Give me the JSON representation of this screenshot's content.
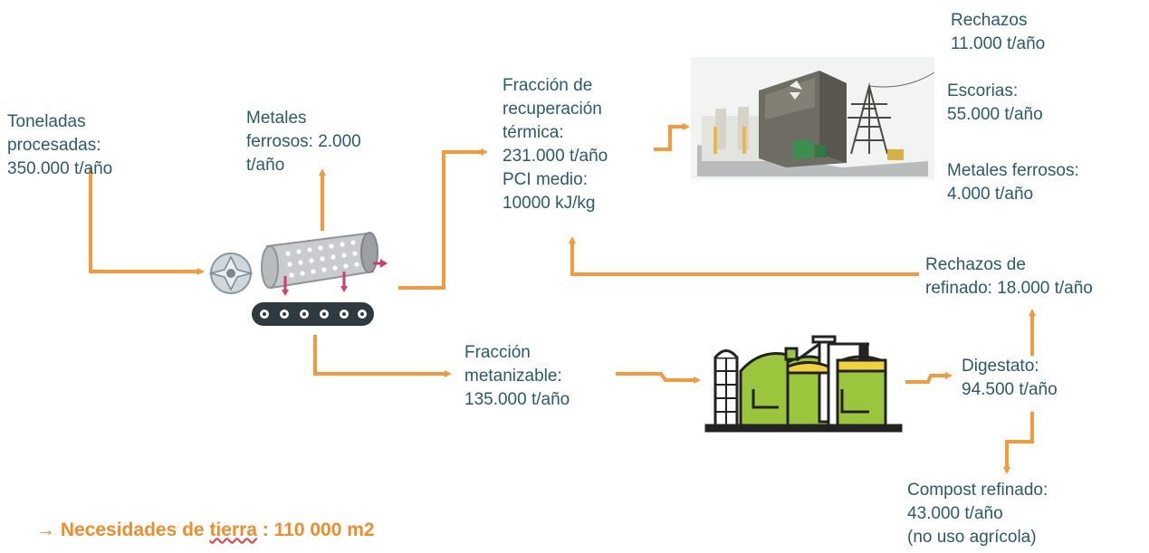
{
  "labels": {
    "toneladas": [
      "Toneladas",
      "procesadas:",
      "350.000 t/año"
    ],
    "metales_ferrosos_1": [
      "Metales",
      "ferrosos: 2.000",
      "t/año"
    ],
    "fraccion_termica": [
      "Fracción de",
      "recuperación",
      "térmica:",
      "231.000 t/año",
      "PCI medio:",
      "10000 kJ/kg"
    ],
    "rechazos": [
      "Rechazos",
      "11.000 t/año"
    ],
    "escorias": [
      "Escorias:",
      "55.000 t/año"
    ],
    "metales_ferrosos_2": [
      "Metales ferrosos:",
      "4.000 t/año"
    ],
    "rechazos_refinado": [
      "Rechazos de",
      "refinado: 18.000 t/año"
    ],
    "fraccion_metanizable": [
      "Fracción",
      "metanizable:",
      "135.000 t/año"
    ],
    "digestato": [
      "Digestato:",
      "94.500 t/año"
    ],
    "compost": [
      "Compost refinado:",
      "43.000 t/año",
      "(no uso agrícola)"
    ]
  },
  "footer": {
    "arrow": "→",
    "prefix": "Necesidades de ",
    "underlined": "tierra",
    "suffix": " : 110 000 m2"
  },
  "colors": {
    "arrow": "#f59a3b",
    "text": "#2b5a6a",
    "footer": "#f28c28"
  },
  "icons": [
    "shredder-icon",
    "trommel-sorter-icon",
    "incineration-plant-image",
    "biogas-plant-icon"
  ]
}
